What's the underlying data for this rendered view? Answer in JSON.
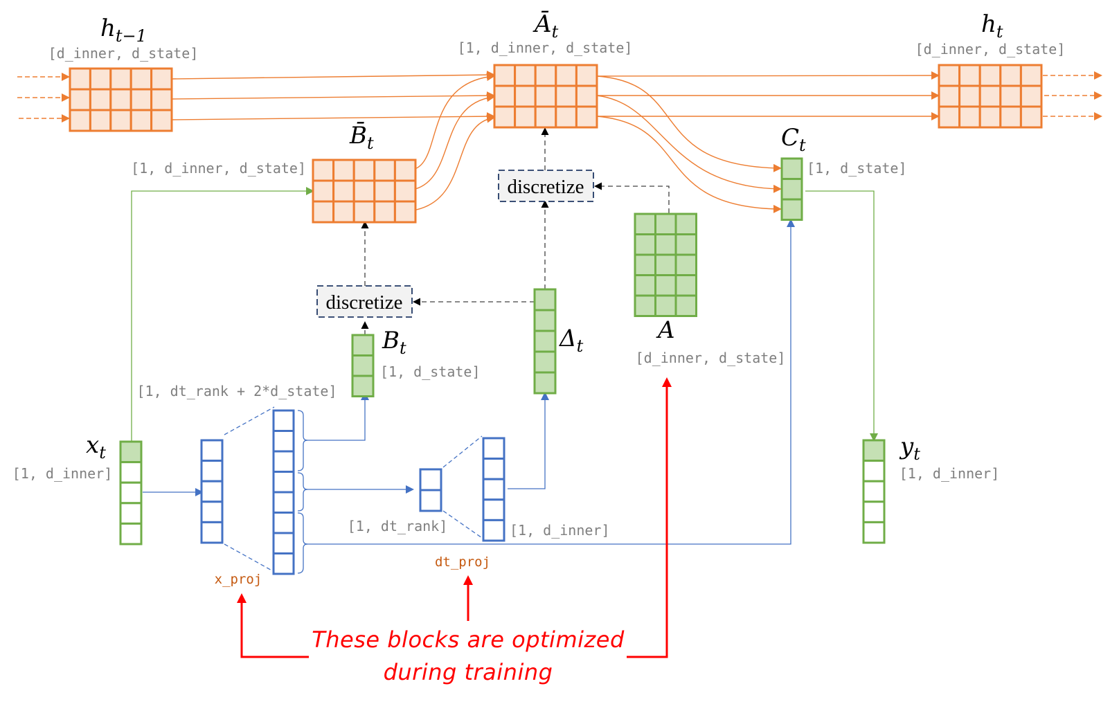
{
  "title": "Mamba selective SSM step diagram",
  "colors": {
    "orange_stroke": "#ed7d31",
    "orange_fill": "#fbe5d6",
    "green_stroke": "#70ad47",
    "green_fill": "#c5e0b4",
    "blue_stroke": "#4472c4",
    "disc_border": "#203864",
    "disc_fill": "#f2f2f2",
    "shape_text": "#7f7f7f",
    "proj_text": "#c55a11",
    "annotation": "#ff0000"
  },
  "nodes": {
    "h_prev": {
      "symbol": "h",
      "subscript": "t−1",
      "shape": "[d_inner, d_state]"
    },
    "A_bar": {
      "symbol": "Ā",
      "subscript": "t",
      "shape": "[1, d_inner, d_state]"
    },
    "h_t": {
      "symbol": "h",
      "subscript": "t",
      "shape": "[d_inner, d_state]"
    },
    "B_bar": {
      "symbol": "B̄",
      "subscript": "t",
      "shape": "[1, d_inner, d_state]"
    },
    "C_t": {
      "symbol": "C",
      "subscript": "t",
      "shape": "[1, d_state]"
    },
    "A": {
      "symbol": "A",
      "subscript": "",
      "shape": "[d_inner, d_state]"
    },
    "B_t": {
      "symbol": "B",
      "subscript": "t",
      "shape": "[1, d_state]"
    },
    "delta_t": {
      "symbol": "Δ",
      "subscript": "t",
      "shape": ""
    },
    "x_t": {
      "symbol": "x",
      "subscript": "t",
      "shape": "[1, d_inner]"
    },
    "y_t": {
      "symbol": "y",
      "subscript": "t",
      "shape": "[1, d_inner]"
    }
  },
  "discretize_labels": {
    "top": "discretize",
    "bottom": "discretize"
  },
  "projections": {
    "x_proj": {
      "label": "x_proj",
      "out_shape": "[1, dt_rank + 2*d_state]"
    },
    "dt_proj": {
      "label": "dt_proj",
      "in_shape": "[1, dt_rank]",
      "out_shape": "[1, d_inner]"
    }
  },
  "annotation": {
    "line1": "These blocks are optimized",
    "line2": "during training"
  }
}
